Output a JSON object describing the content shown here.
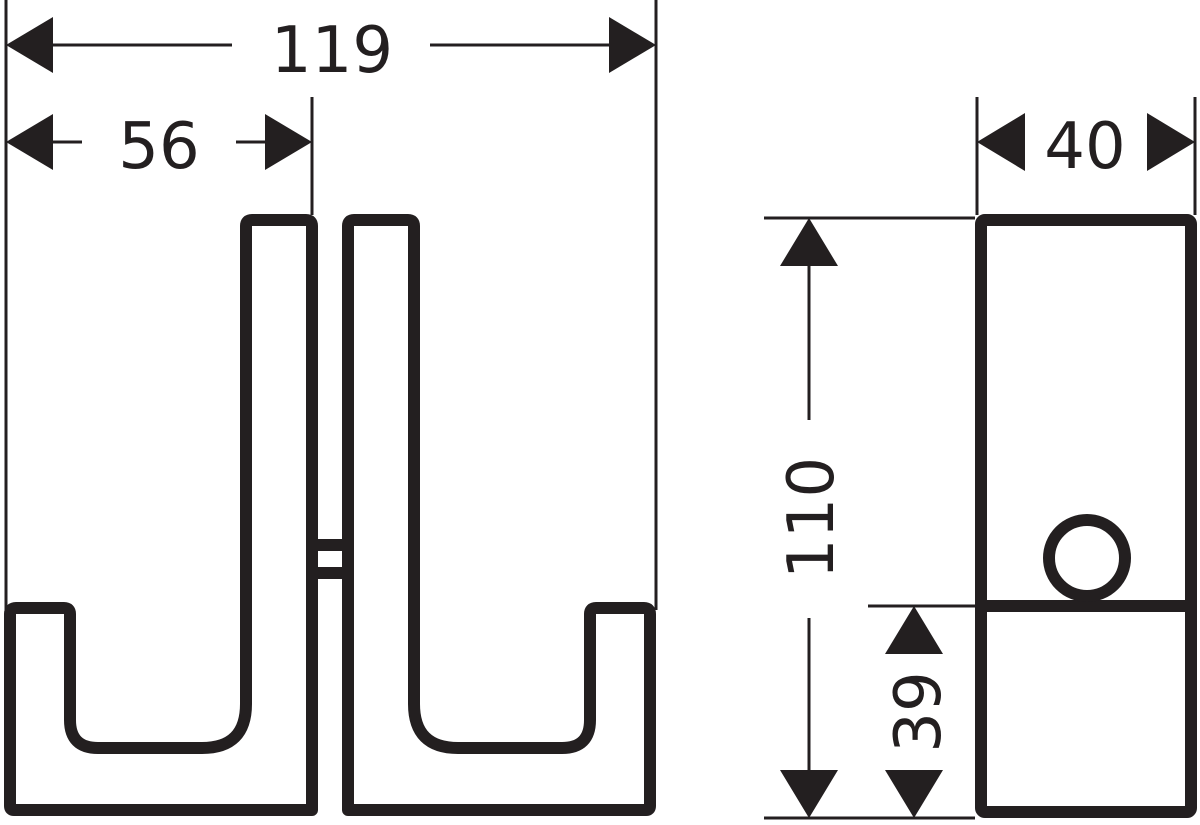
{
  "drawing": {
    "type": "technical-dimension-drawing",
    "subject": "double hook",
    "stroke_color": "#231f20",
    "background": "#ffffff",
    "front_view": {
      "dimensions": {
        "overall_width": "119",
        "single_hook_width": "56"
      }
    },
    "side_view": {
      "dimensions": {
        "depth": "40",
        "overall_height": "110",
        "hook_height": "39"
      }
    }
  }
}
